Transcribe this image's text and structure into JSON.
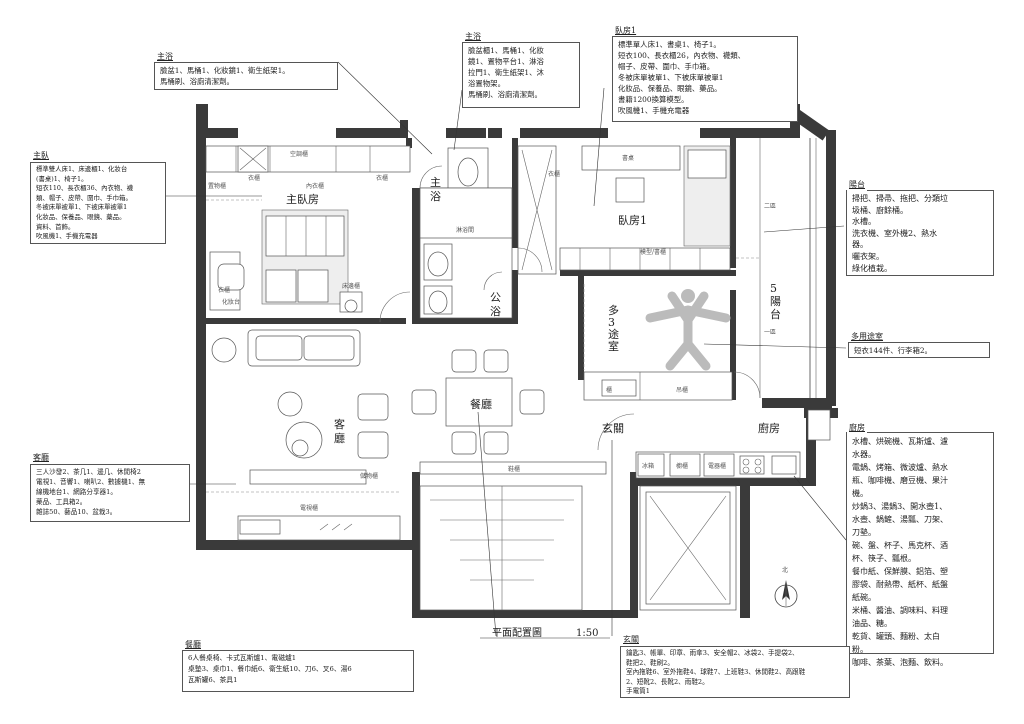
{
  "plan_title": "平面配置圖",
  "scale": "1:50",
  "north": "北",
  "rooms": {
    "master_bedroom": "主臥房",
    "master_bath_a": "主",
    "master_bath_b": "浴",
    "bedroom1": "臥房1",
    "public_bath_a": "公",
    "public_bath_b": "浴",
    "multi_a": "多",
    "multi_b": "3",
    "multi_c": "途",
    "multi_d": "室",
    "balcony_a": "5",
    "balcony_b": "陽",
    "balcony_c": "台",
    "living": "客",
    "living2": "廳",
    "dining": "餐廳",
    "entrance": "玄關",
    "kitchen": "廚房"
  },
  "small_labels": {
    "wardrobe1": "衣櫃",
    "wardrobe2": "衣櫃",
    "wardrobe3": "衣櫃",
    "wardrobe4": "衣櫃",
    "storage_top": "空調櫃",
    "clothes_room": "置物櫃",
    "inner_clothes": "內衣櫃",
    "vanity": "化妝台",
    "bed_stand": "床邊櫃",
    "shower": "淋浴間",
    "bed1_desk": "書桌",
    "model_shelf": "模型/書櫃",
    "balcony2": "二區",
    "balcony1": "一區",
    "cabinet_multi": "櫃",
    "cabinet_multi2": "吊櫃",
    "tv_cabinet": "電視櫃",
    "storage_cab": "儲物櫃",
    "entry_cab": "鞋櫃",
    "fridge": "冰箱",
    "oven": "櫥櫃",
    "appliance": "電器櫃"
  },
  "notes": {
    "master_bath": {
      "heading": "主浴",
      "body": "臉盆1、馬桶1、化妝鏡1、衛生紙架1。\n馬桶刷、浴廁清潔劑。"
    },
    "public_bath": {
      "heading": "主浴",
      "body": "臉盆櫃1、馬桶1、化妝\n鏡1、置物平台1、淋浴\n拉門1、衛生紙架1、沐\n浴置物架。\n馬桶刷、浴廁清潔劑。"
    },
    "bedroom1": {
      "heading": "臥房1",
      "body": "標準單人床1、書桌1、椅子1。\n短衣100、長衣櫃26，內衣物、襪類、\n帽子、皮帶、圍巾、手巾箱。\n冬被床單被單1、下被床單被單1\n化妝品、保養品、眼鏡、藥品。\n書籍1200換算模型。\n吹風機1、手機充電器"
    },
    "master_room": {
      "heading": "主臥",
      "body": "標準雙人床1、床邊櫃1、化妝台\n(書桌)1、椅子1。\n短衣110、長衣櫃36、內衣物、襪\n類、帽子、皮帶、圍巾、手巾箱。\n冬被床單被單1、下被床單被單1\n化妝品、保養品、眼鏡、藥品。\n資料、首飾。\n吹風機1、手機充電器"
    },
    "balcony": {
      "heading": "陽台",
      "body": "掃把、掃帚、拖把、分類垃\n圾桶、廚餘桶。\n水槽。\n洗衣機、室外機2、熱水\n器。\n曬衣架。\n綠化植栽。"
    },
    "multi_room": {
      "heading": "多用途室",
      "body": "短衣144件、行李箱2。"
    },
    "living_room": {
      "heading": "客廳",
      "body": "三人沙發2、茶几1、邊几、休閒椅2\n電視1、音響1、喇叭2、數據機1、無\n線機地台1、網路分享器1。\n藥品、工具箱2。\n雜誌50、藝品10、盆栽3。"
    },
    "kitchen": {
      "heading": "廚房",
      "body": "水槽、烘碗機、瓦斯爐、濾\n水器。\n電鍋、烤箱、微波爐、熱水\n瓶、咖啡機、磨豆機、果汁\n機。\n炒鍋3、湯鍋3、開水壺1、\n水壺、鍋鏟、湯瓢、刀架、\n刀墊。\n碗、盤、杯子、馬克杯、酒\n杯、筷子、瓢根。\n餐巾紙、保鮮膜、鋁箔、塑\n膠袋、耐熱帶、紙杯、紙盤\n紙碗。\n米桶、醬油、調味料、料理\n油品、糖。\n乾貨、罐頭、麵粉、太白\n粉。\n咖啡、茶葉、泡麵、飲料。"
    },
    "dining": {
      "heading": "餐廳",
      "body": "6人餐桌椅、卡式瓦斯爐1、電磁爐1\n桌墊3、桌巾1、餐巾紙6、衛生紙10、刀6、叉6、湯6\n瓦斯罐6、茶具1"
    },
    "entrance": {
      "heading": "玄關",
      "body": "鑰匙3、帳單、印章、雨傘3、安全帽2、冰袋2、手提袋2、\n鞋把2、鞋刷2。\n室內拖鞋6、室外拖鞋4、球鞋7、上班鞋3、休閒鞋2、高跟鞋\n2、短靴2、長靴2、雨鞋2。\n手電筒1"
    }
  }
}
